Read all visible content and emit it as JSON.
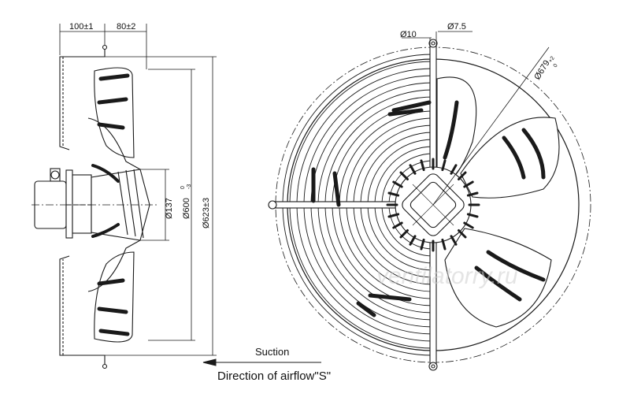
{
  "side_view": {
    "dim_width_left": "100±1",
    "dim_width_right": "80±2",
    "dim_hub": "Ø137",
    "dim_ring_inner": "Ø600",
    "dim_ring_inner_tol": "-3",
    "dim_ring_inner_tol_top": "0",
    "dim_ring_outer": "Ø623±3"
  },
  "front_view": {
    "dim_hole": "Ø10",
    "dim_rod": "Ø7.5",
    "dim_mount_circle": "Ø679",
    "dim_mount_tol": "+2",
    "dim_mount_tol_bottom": "0"
  },
  "caption": {
    "suction_label": "Suction",
    "airflow_label": "Direction of airflow\"S\""
  },
  "watermark": {
    "text": "ventilatorry.ru"
  },
  "colors": {
    "line": "#1a1a1a",
    "background": "#ffffff",
    "blade_fill": "#ffffff"
  }
}
